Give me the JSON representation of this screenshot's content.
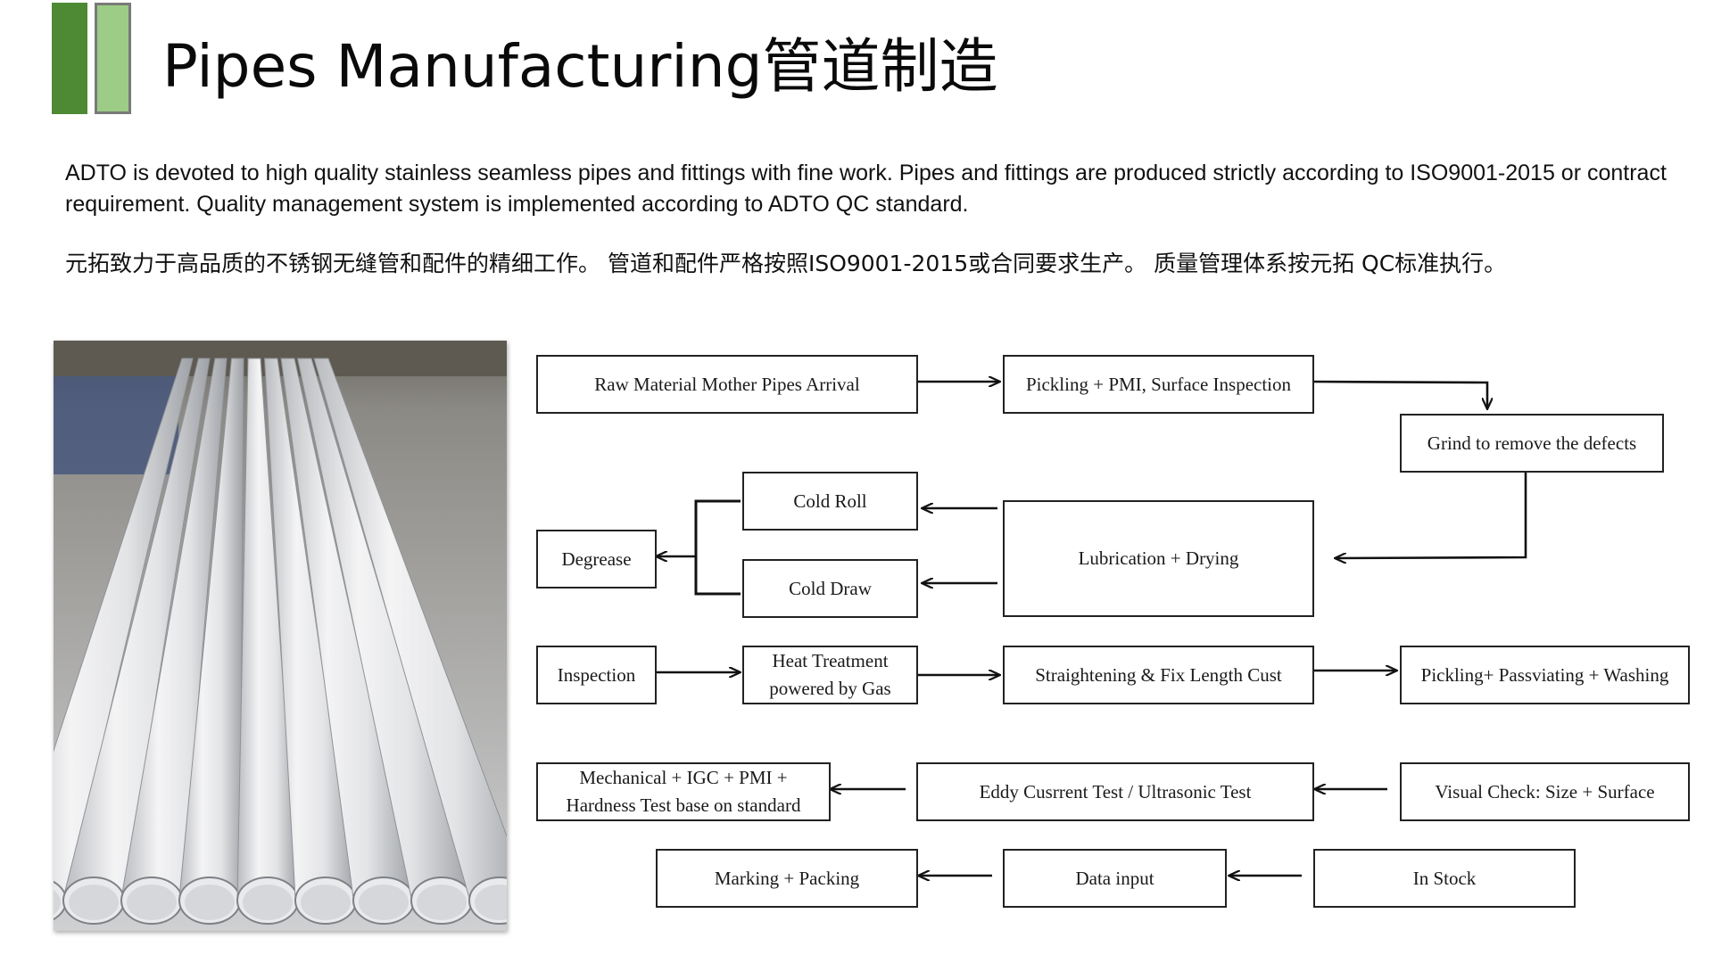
{
  "header": {
    "title": "Pipes Manufacturing管道制造"
  },
  "intro": {
    "en": "ADTO is devoted to high quality stainless seamless pipes and fittings with fine work. Pipes and fittings are produced strictly according to ISO9001-2015 or contract requirement. Quality management system is implemented according to ADTO QC standard.",
    "zh": "元拓致力于高品质的不锈钢无缝管和配件的精细工作。 管道和配件严格按照ISO9001-2015或合同要求生产。 质量管理体系按元拓 QC标准执行。"
  },
  "photo": {
    "subject": "stainless-seamless-pipes-photo"
  },
  "colors": {
    "accent_dark": "#4e8a34",
    "accent_light": "#9ccc85",
    "box_border": "#222222",
    "arrow": "#111111"
  },
  "flow": {
    "steps": {
      "raw_material": "Raw Material Mother Pipes Arrival",
      "pickling_pmi": "Pickling + PMI, Surface Inspection",
      "grind": "Grind to remove the defects",
      "lubrication": "Lubrication + Drying",
      "cold_roll": "Cold Roll",
      "cold_draw": "Cold Draw",
      "degrease": "Degrease",
      "inspection": "Inspection",
      "heat_treatment": "Heat Treatment\npowered by Gas",
      "straightening": "Straightening & Fix Length Cust",
      "pickling_passivating": "Pickling+ Passviating + Washing",
      "visual_check": "Visual Check: Size + Surface",
      "eddy_current": "Eddy Cusrrent Test / Ultrasonic Test",
      "mechanical": "Mechanical + IGC + PMI +\nHardness Test base on standard",
      "in_stock": "In Stock",
      "data_input": "Data input",
      "marking": "Marking + Packing"
    }
  }
}
